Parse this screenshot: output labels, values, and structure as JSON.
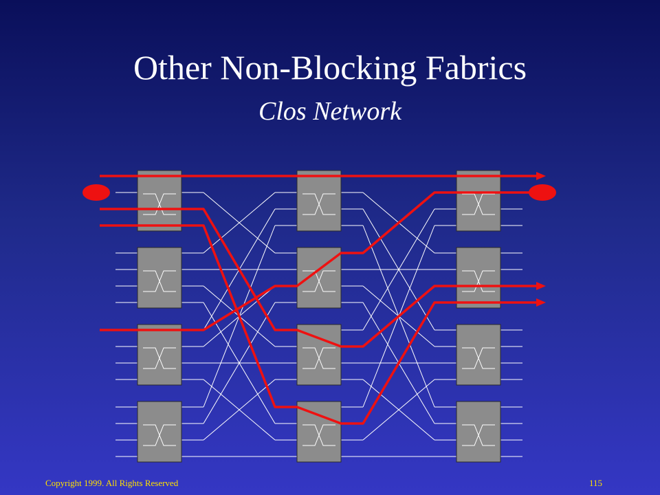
{
  "slide": {
    "title": "Other Non-Blocking Fabrics",
    "subtitle": "Clos Network",
    "copyright": "Copyright 1999. All Rights Reserved",
    "page_number": "115"
  },
  "colors": {
    "background_top": "#0a0f5a",
    "background_bottom": "#3437c4",
    "switch_fill": "#8c8c8c",
    "wire": "#ffffff",
    "path": "#ee1111",
    "footer_text": "#ffe000"
  },
  "network": {
    "stages": 3,
    "switches_per_stage": 4,
    "ports_per_switch": 4,
    "highlighted_connections": [
      {
        "in_switch": 0,
        "in_port": 0,
        "mid_switch": 0,
        "out_switch": 0,
        "out_port": 0
      },
      {
        "in_switch": 0,
        "in_port": 2,
        "mid_switch": 2,
        "out_switch": 1,
        "out_port": 2
      },
      {
        "in_switch": 0,
        "in_port": 3,
        "mid_switch": 3,
        "out_switch": 1,
        "out_port": 3
      },
      {
        "in_switch": 2,
        "in_port": 0,
        "mid_switch": 1,
        "out_switch": 0,
        "out_port": 1
      }
    ],
    "marked_input": {
      "switch": 0,
      "port": 1
    },
    "marked_output": {
      "switch": 0,
      "port": 1
    }
  }
}
